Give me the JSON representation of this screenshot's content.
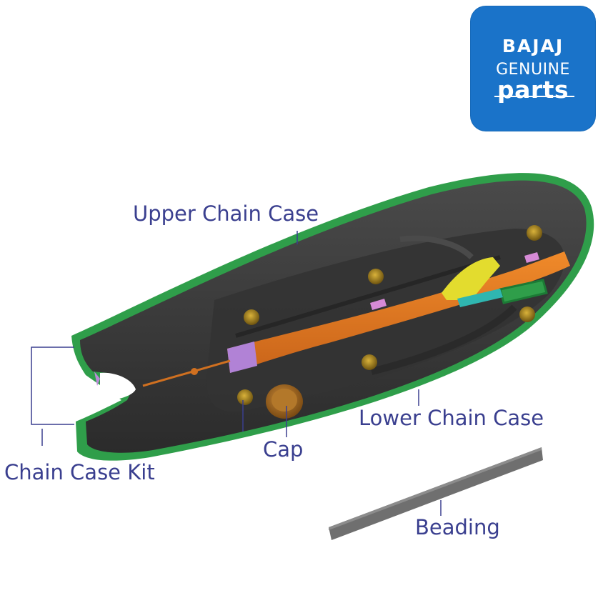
{
  "logo": {
    "brand": "BAJAJ",
    "line1": "GENUINE",
    "line2": "parts",
    "color": "#1a73c9"
  },
  "callouts": {
    "upper_chain_case": "Upper Chain Case",
    "lower_chain_case": "Lower Chain Case",
    "cap": "Cap",
    "chain_case_kit": "Chain Case Kit",
    "beading": "Beading"
  },
  "colors": {
    "case_body": "#3b3b3b",
    "case_rim": "#2f9e4a",
    "arm": "#e07a1f",
    "bolt": "#a8861a",
    "label_text": "#3a3f8f"
  }
}
